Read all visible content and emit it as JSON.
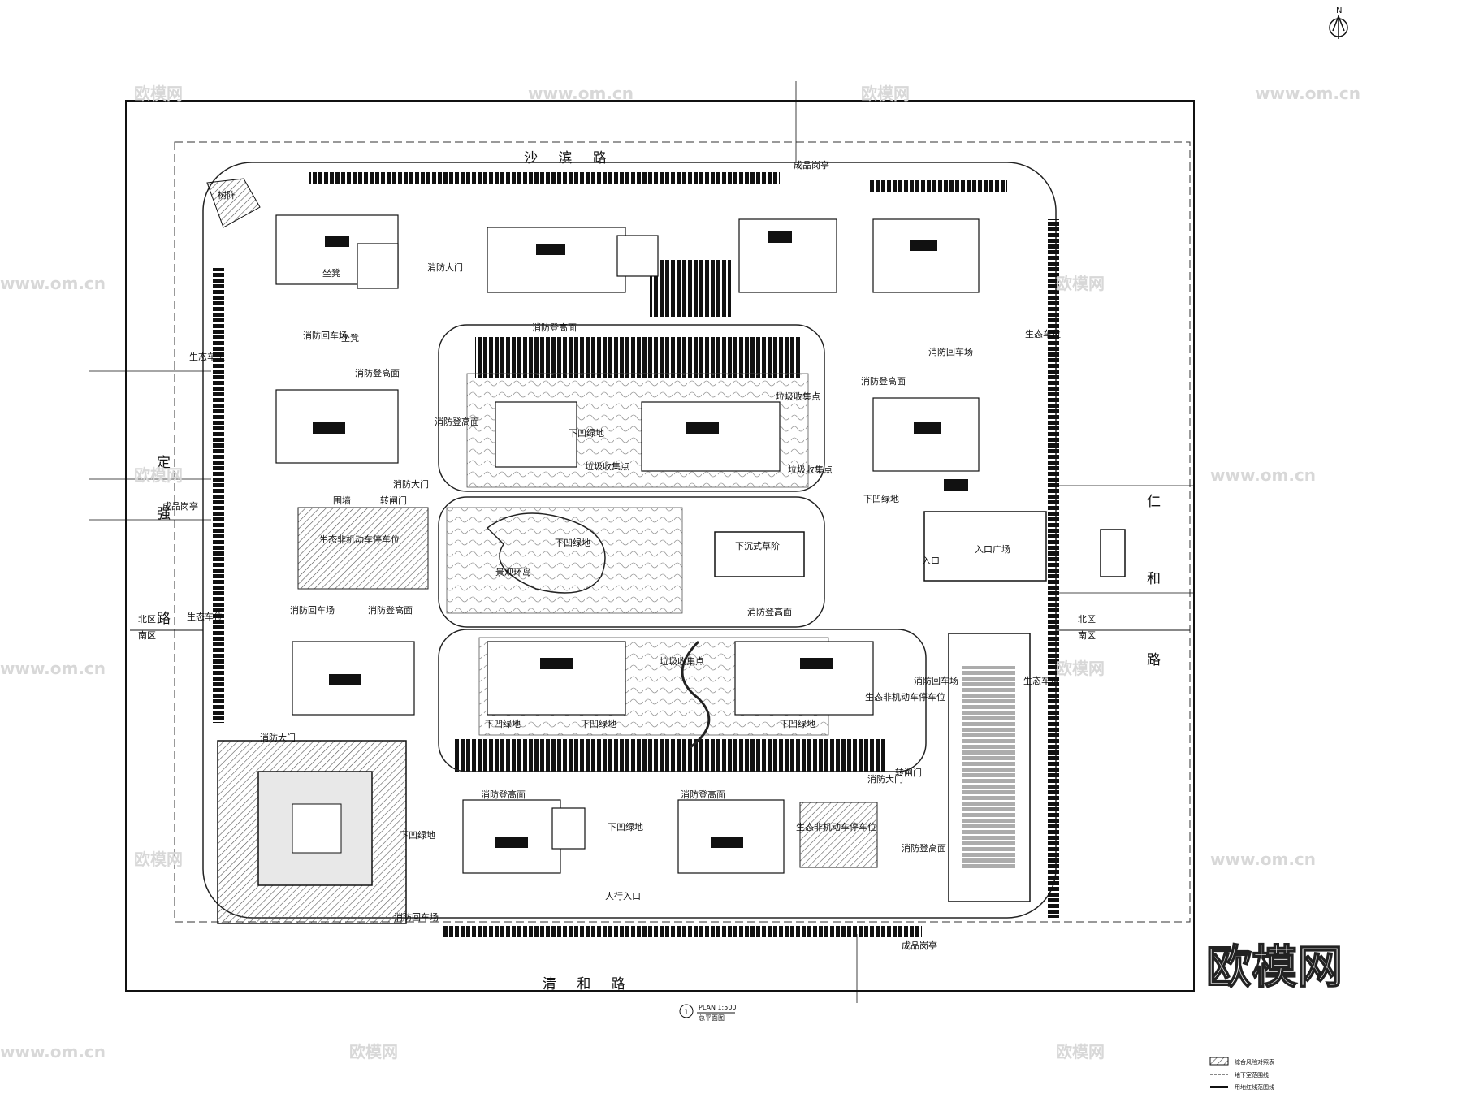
{
  "north": "N",
  "roads": {
    "north": "沙 滨 路",
    "south": "清 和 路",
    "west": [
      "定",
      "强",
      "路"
    ],
    "east": [
      "仁",
      "和",
      "路"
    ]
  },
  "labels": {
    "gatehouse": "成品岗亭",
    "fire_gate": "消防大门",
    "fire_turn": "消防回车场",
    "fire_climb": "消防登高面",
    "sunken_green": "下凹绿地",
    "garbage": "垃圾收集点",
    "eco_parking": "生态车位",
    "eco_nonmotor": "生态非机动车停车位",
    "enclosure": "围墙",
    "turnstile": "转闸门",
    "sunken_lawn": "下沉式草阶",
    "entrance_plaza": "入口广场",
    "entrance": "入口",
    "pedestrian_entrance": "人行入口",
    "sketch": "坐凳",
    "north_zone": "北区",
    "south_zone": "南区",
    "tree_array": "树阵",
    "courtyard": "景观环岛"
  },
  "title": {
    "num": "1",
    "plan": "PLAN 1:500",
    "name": "总平面图"
  },
  "watermark": {
    "brand": "欧模网",
    "url": "www.om.cn"
  },
  "legend": {
    "items": [
      "综合风险对照表",
      "地下室范围线",
      "用地红线范围线"
    ]
  }
}
